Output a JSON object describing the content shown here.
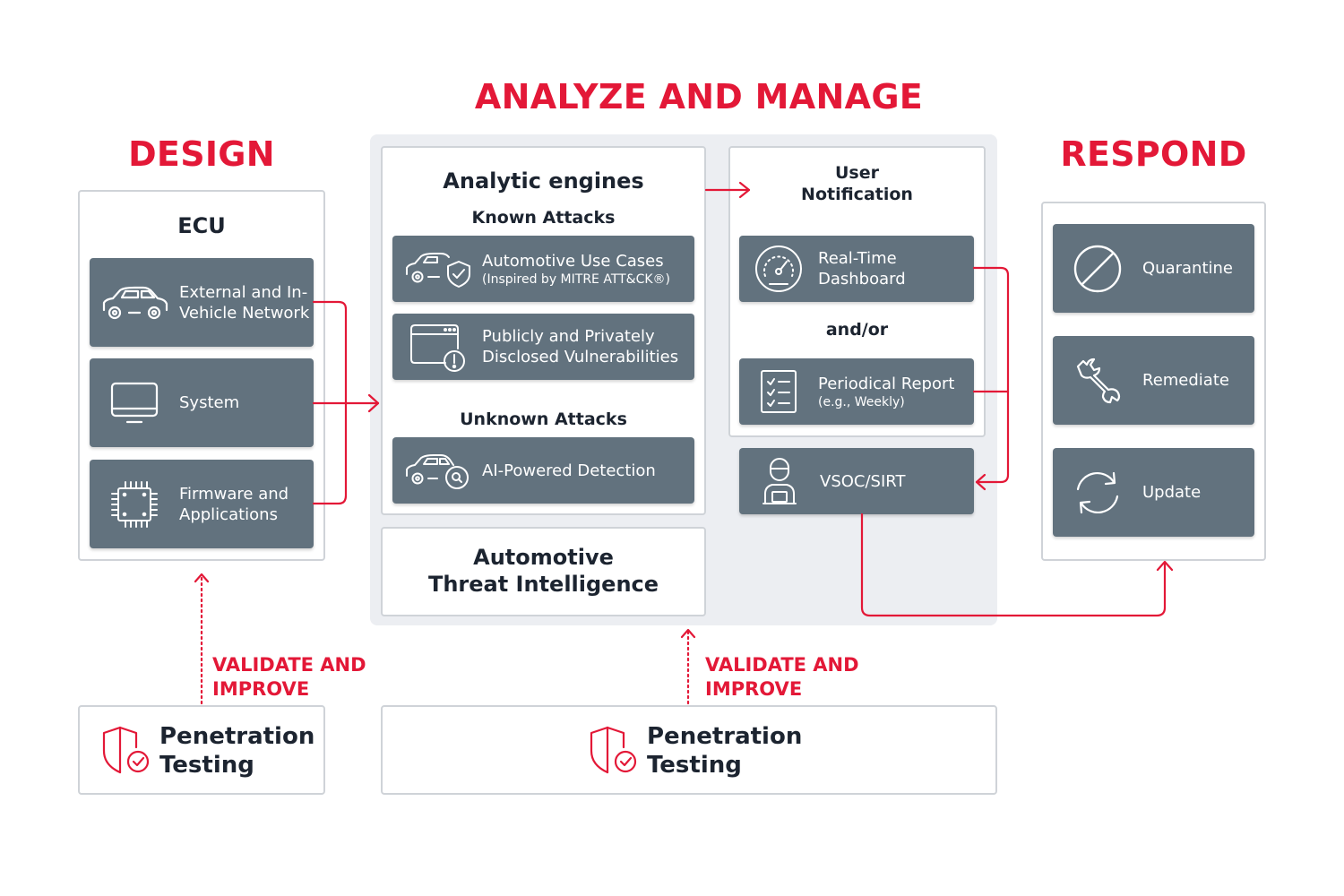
{
  "headings": {
    "design": "DESIGN",
    "analyze": "ANALYZE AND MANAGE",
    "respond": "RESPOND"
  },
  "ecu": {
    "title": "ECU",
    "items": [
      {
        "icon": "car-network-icon",
        "label": "External and In-Vehicle Network"
      },
      {
        "icon": "monitor-icon",
        "label": "System"
      },
      {
        "icon": "chip-icon",
        "label": "Firmware and Applications"
      }
    ]
  },
  "analytic": {
    "title": "Analytic engines",
    "known_label": "Known Attacks",
    "use_cases": {
      "label": "Automotive Use Cases",
      "sub": "(Inspired by MITRE ATT&CK®)"
    },
    "vulnerabilities": "Publicly and Privately Disclosed Vulnerabilities",
    "unknown_label": "Unknown Attacks",
    "ai": "AI-Powered Detection"
  },
  "threat_intel": {
    "line1": "Automotive",
    "line2": "Threat Intelligence"
  },
  "notification": {
    "title_line1": "User",
    "title_line2": "Notification",
    "dashboard": "Real-Time Dashboard",
    "andor": "and/or",
    "report": "Periodical Report",
    "report_sub": "(e.g., Weekly)"
  },
  "vsoc": "VSOC/SIRT",
  "respond": {
    "quarantine": "Quarantine",
    "remediate": "Remediate",
    "update": "Update"
  },
  "validate": {
    "line1": "VALIDATE AND",
    "line2": "IMPROVE"
  },
  "pentest": {
    "line1": "Penetration",
    "line2": "Testing"
  },
  "colors": {
    "accent": "#e31837",
    "tile": "#62727e",
    "frame": "#cfd3d8",
    "panel": "#eceef2"
  }
}
